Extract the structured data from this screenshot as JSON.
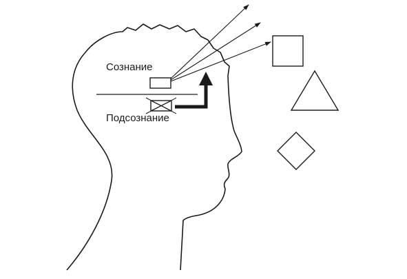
{
  "labels": {
    "conscious": "Сознание",
    "subconscious": "Подсознание"
  },
  "shapes": [
    "square",
    "triangle",
    "diamond"
  ],
  "colors": {
    "ink": "#1a1a1a",
    "background": "#ffffff"
  }
}
